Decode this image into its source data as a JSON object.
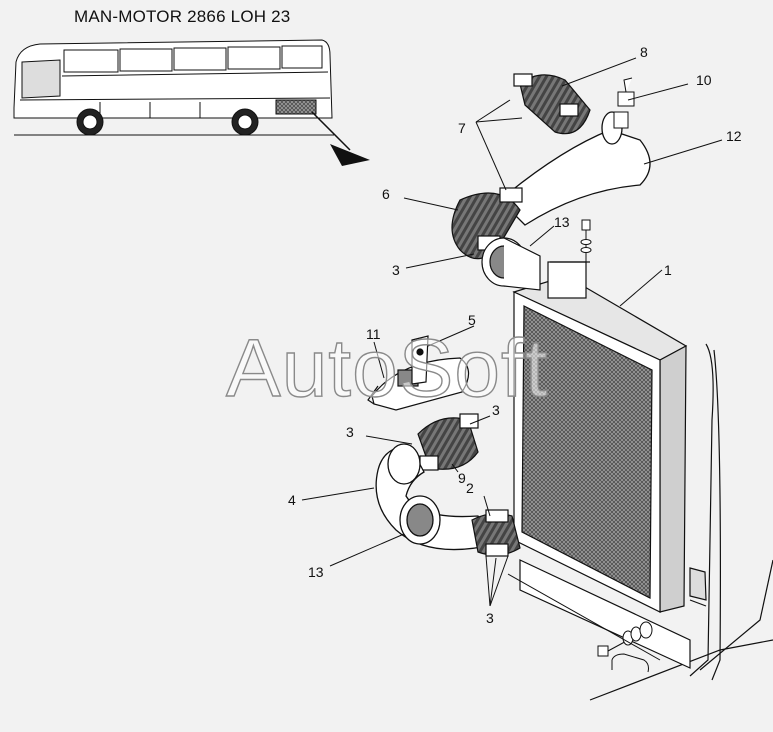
{
  "title": "MAN-MOTOR 2866 LOH 23",
  "watermark": "AutoSoft",
  "callouts": {
    "c1": "1",
    "c2": "2",
    "c3a": "3",
    "c3b": "3",
    "c3c": "3",
    "c3d": "3",
    "c4": "4",
    "c5": "5",
    "c6": "6",
    "c7": "7",
    "c8": "8",
    "c9": "9",
    "c10": "10",
    "c11": "11",
    "c12": "12",
    "c13a": "13",
    "c13b": "13"
  },
  "colors": {
    "background": "#f2f2f2",
    "line": "#111111",
    "hose": "#6f6f6f"
  }
}
